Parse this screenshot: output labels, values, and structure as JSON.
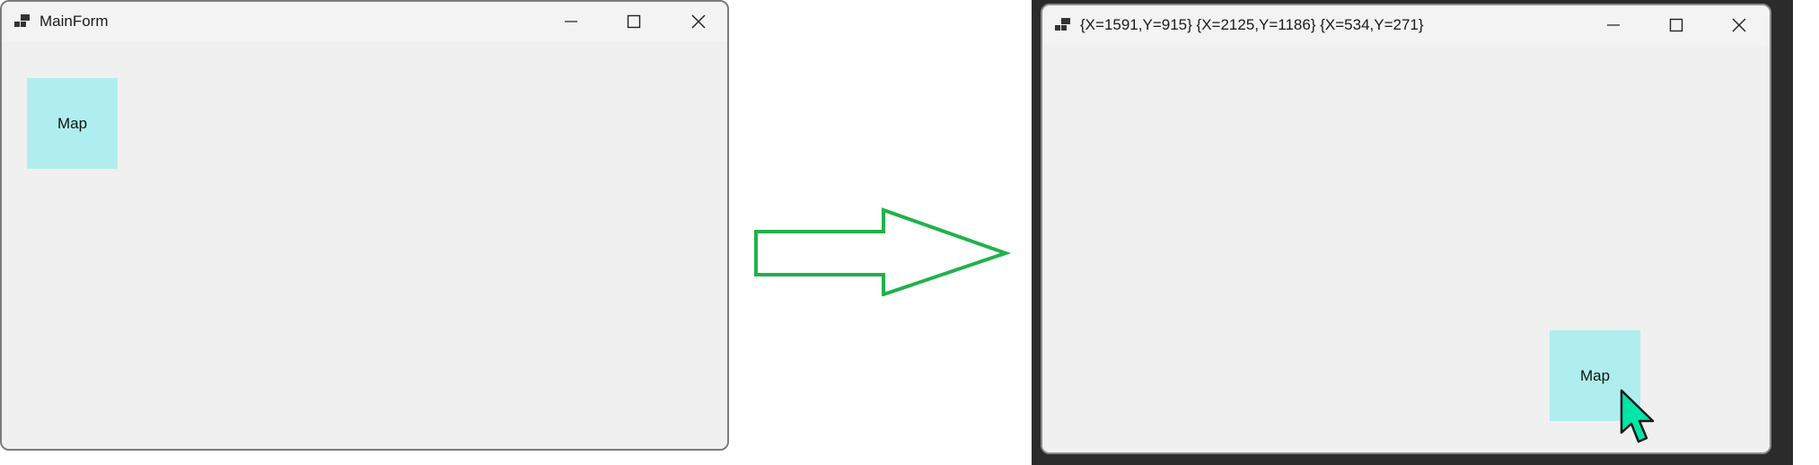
{
  "window_before": {
    "title": "MainForm",
    "button_label": "Map"
  },
  "window_after": {
    "title": "{X=1591,Y=915} {X=2125,Y=1186} {X=534,Y=271}",
    "button_label": "Map"
  },
  "caption_buttons": [
    "minimize",
    "maximize",
    "close"
  ],
  "colors": {
    "map_button": "#afeeee",
    "arrow": "#22b14c",
    "cursor": "#00e6a8",
    "window_bg": "#f0f0f0"
  }
}
